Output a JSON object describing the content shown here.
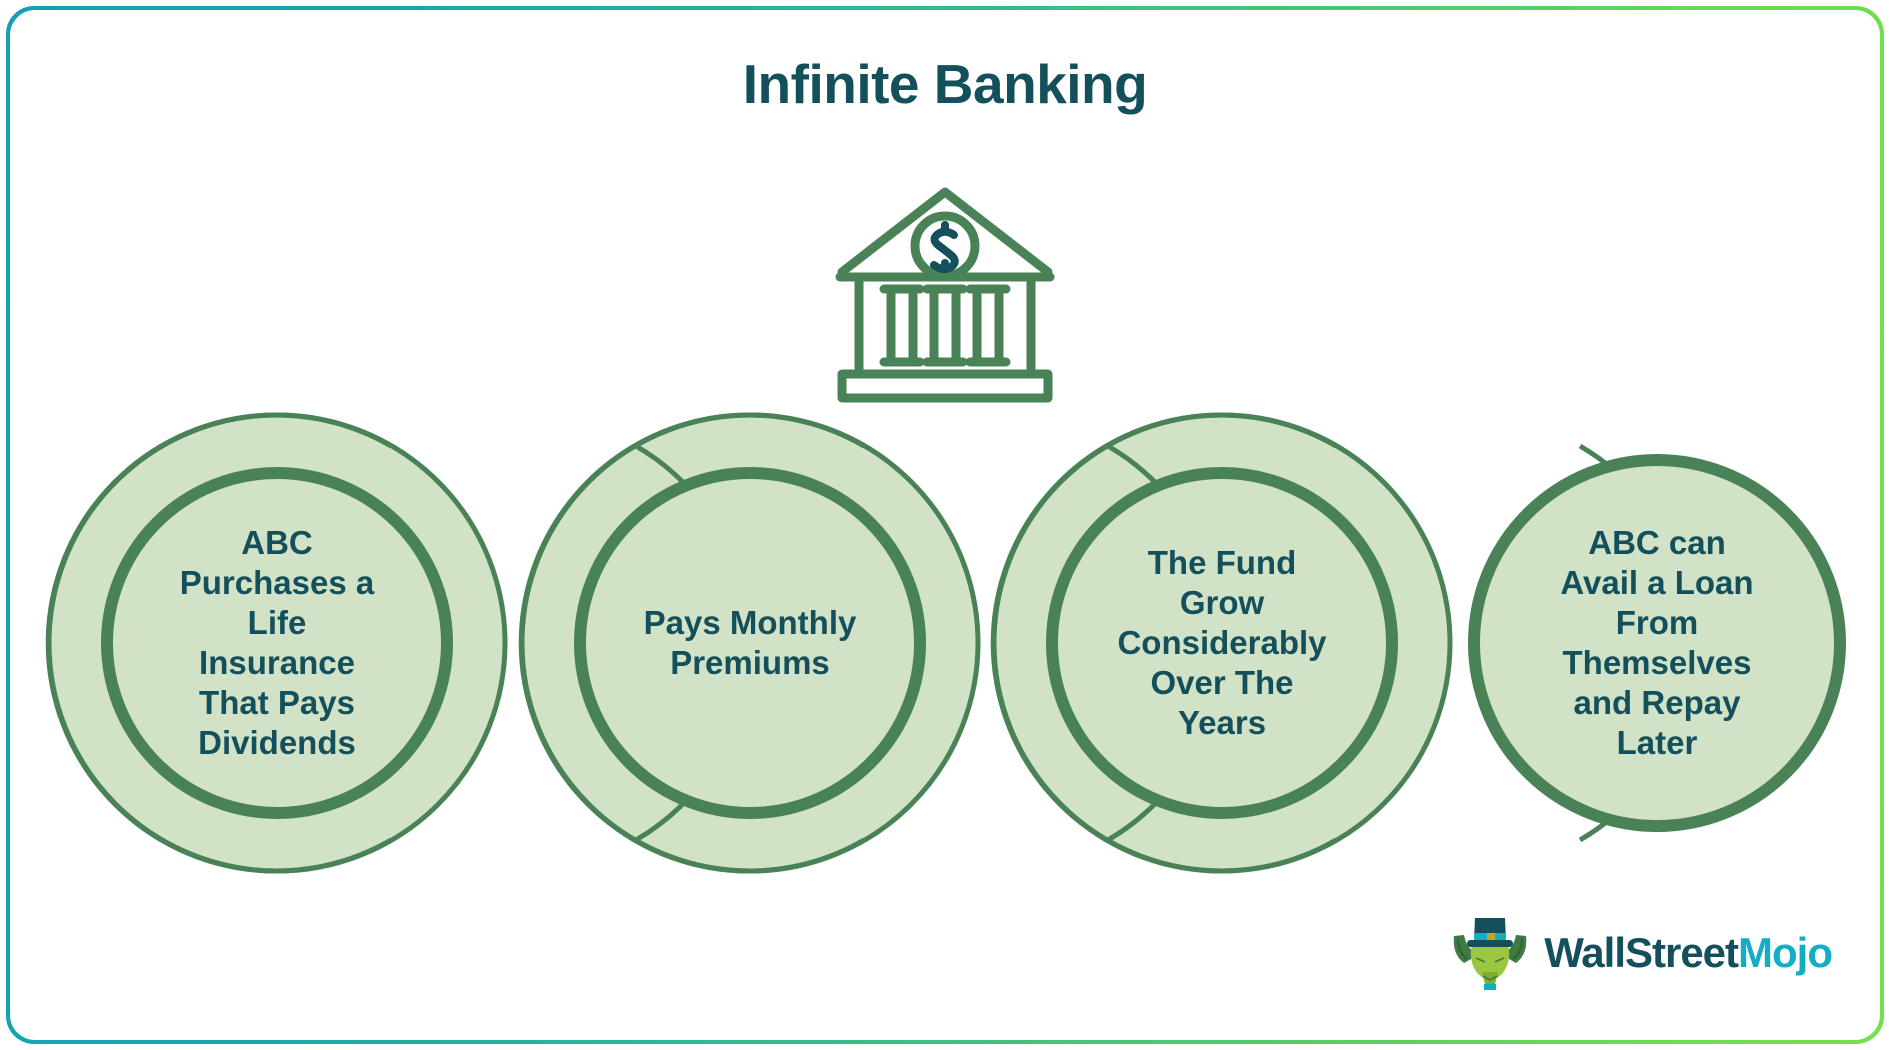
{
  "card": {
    "title": "Infinite Banking",
    "border_gradient_from": "#14a0b4",
    "border_gradient_to": "#72e04c",
    "background": "#ffffff"
  },
  "icons": {
    "bank": "bank-building-dollar-icon",
    "bank_color": "#4a8257",
    "bank_dollar_color": "#13505b"
  },
  "flow": {
    "circle_fill": "#d2e2c6",
    "circle_ring": "#4a8257",
    "text_color": "#13505b",
    "steps": [
      {
        "id": 1,
        "label": "ABC\nPurchases a\nLife\nInsurance\nThat Pays\nDividends"
      },
      {
        "id": 2,
        "label": "Pays Monthly\nPremiums"
      },
      {
        "id": 3,
        "label": "The Fund\nGrow\nConsiderably\nOver The\nYears"
      },
      {
        "id": 4,
        "label": "ABC can\nAvail a Loan\nFrom\nThemselves\nand Repay\nLater"
      }
    ]
  },
  "brand": {
    "name_primary": "WallStreet",
    "name_accent": "Mojo",
    "mark": "bull-with-top-hat-logo",
    "primary_color": "#13505b",
    "accent_color": "#13aec4"
  }
}
